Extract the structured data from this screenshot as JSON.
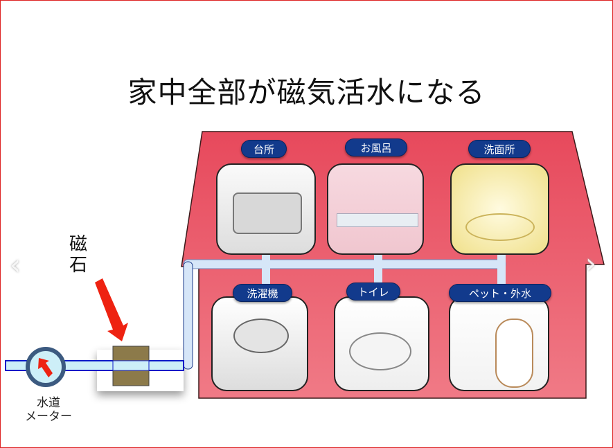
{
  "slide": {
    "title": "家中全部が磁気活水になる",
    "magnet_label_1": "磁",
    "magnet_label_2": "石",
    "meter_label_1": "水道",
    "meter_label_2": "メーター",
    "rooms": [
      {
        "label": "台所"
      },
      {
        "label": "お風呂"
      },
      {
        "label": "洗面所"
      },
      {
        "label": "洗濯機"
      },
      {
        "label": "トイレ"
      },
      {
        "label": "ペット・外水"
      }
    ],
    "colors": {
      "house": "#e85a6a",
      "pill": "#123a8c",
      "pipe": "#d6e6f8",
      "arrow": "#ee2211",
      "magnet": "#8c7a4a"
    }
  },
  "nav": {
    "prev": "‹",
    "next": "›"
  }
}
